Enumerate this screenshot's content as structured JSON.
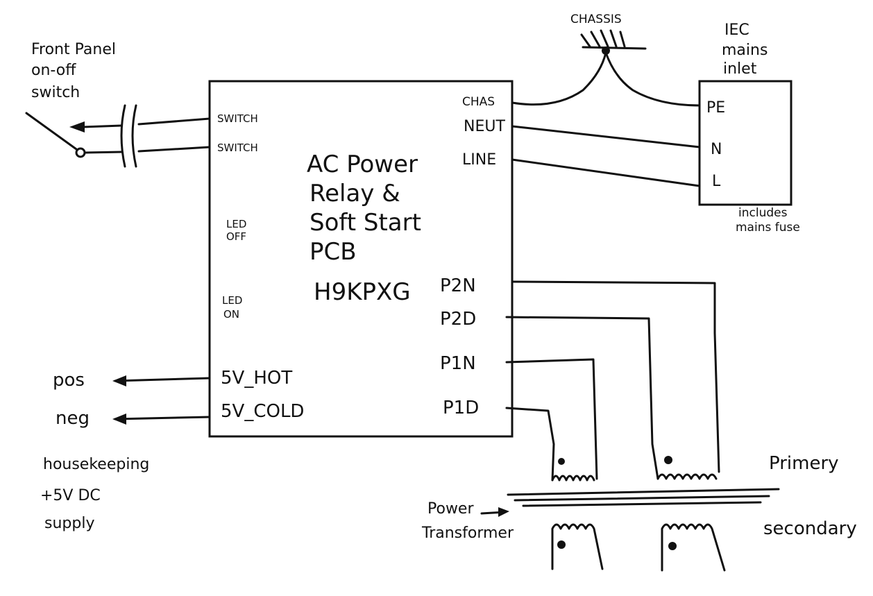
{
  "switch": {
    "label_lines": [
      "Front Panel",
      "on-off",
      "switch"
    ]
  },
  "pcb": {
    "title_lines": [
      "AC Power",
      "Relay &",
      "Soft Start",
      "PCB"
    ],
    "part_number": "H9KPXG",
    "left_pins": {
      "switch_1": "SWITCH",
      "switch_2": "SWITCH",
      "led_off_lines": [
        "LED",
        "OFF"
      ],
      "led_on_lines": [
        "LED",
        "ON"
      ],
      "hot": "5V_HOT",
      "cold": "5V_COLD"
    },
    "right_pins": {
      "chas": "CHAS",
      "neut": "NEUT",
      "line": "LINE",
      "p2n": "P2N",
      "p2d": "P2D",
      "p1n": "P1N",
      "p1d": "P1D"
    }
  },
  "chassis": {
    "label": "CHASSIS"
  },
  "iec": {
    "label_lines": [
      "IEC",
      "mains",
      "inlet"
    ],
    "pins": {
      "pe": "PE",
      "n": "N",
      "l": "L"
    },
    "note_lines": [
      "includes",
      "mains fuse"
    ]
  },
  "supply": {
    "pos": "pos",
    "neg": "neg",
    "label_lines": [
      "housekeeping",
      "+5V DC",
      "supply"
    ]
  },
  "transformer": {
    "label_lines": [
      "Power",
      "Transformer"
    ],
    "primary": "Primery",
    "secondary": "secondary"
  }
}
